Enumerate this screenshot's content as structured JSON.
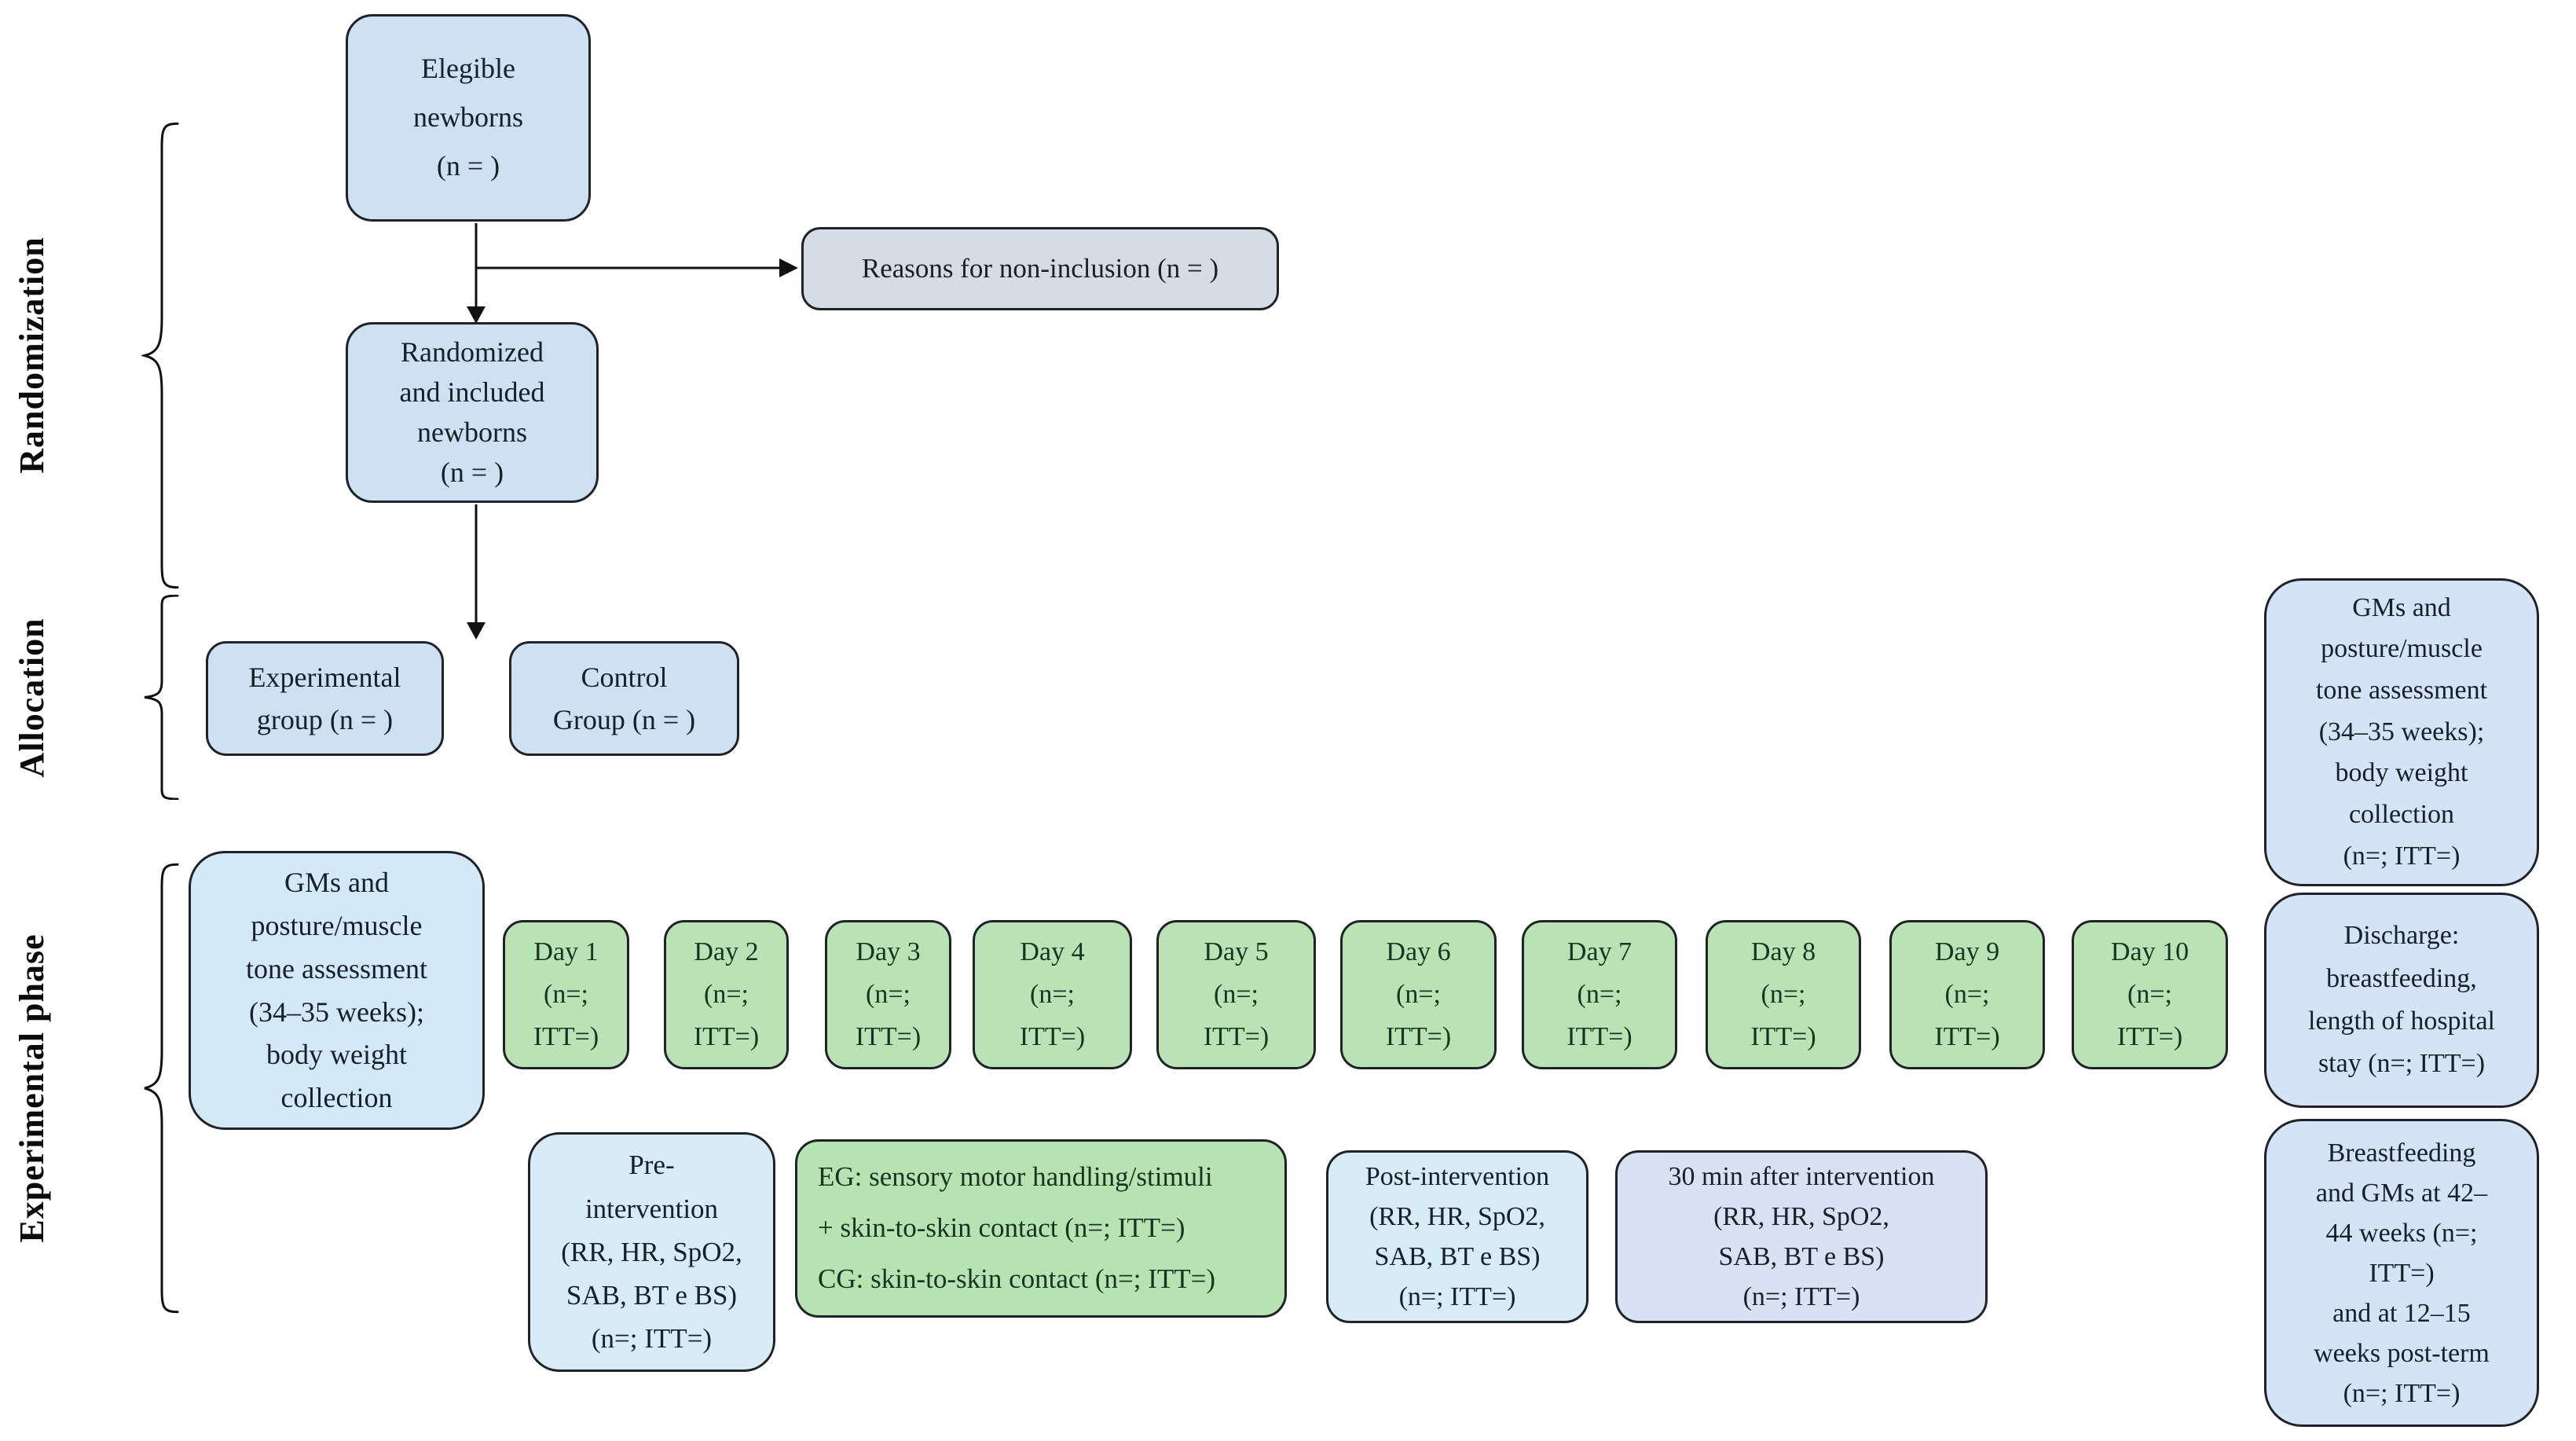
{
  "phases": [
    {
      "label": "Randomization"
    },
    {
      "label": "Allocation"
    },
    {
      "label": "Experimental phase"
    }
  ],
  "flow": {
    "eligible": "Elegible\nnewborns\n(n = )",
    "reasons": "Reasons for non-inclusion (n = )",
    "randomized": "Randomized\nand included\nnewborns\n(n = )",
    "experimental_group": "Experimental\ngroup (n = )",
    "control_group": "Control\nGroup (n = )"
  },
  "experimental_phase": {
    "gms_baseline": "GMs and\nposture/muscle\ntone assessment\n(34–35 weeks);\nbody weight\ncollection",
    "days": [
      {
        "label": "Day 1",
        "counts": "(n=;\nITT=)"
      },
      {
        "label": "Day 2",
        "counts": "(n=;\nITT=)"
      },
      {
        "label": "Day 3",
        "counts": "(n=;\nITT=)"
      },
      {
        "label": "Day 4",
        "counts": "(n=;\nITT=)"
      },
      {
        "label": "Day 5",
        "counts": "(n=;\nITT=)"
      },
      {
        "label": "Day 6",
        "counts": "(n=;\nITT=)"
      },
      {
        "label": "Day 7",
        "counts": "(n=;\nITT=)"
      },
      {
        "label": "Day 8",
        "counts": "(n=;\nITT=)"
      },
      {
        "label": "Day 9",
        "counts": "(n=;\nITT=)"
      },
      {
        "label": "Day 10",
        "counts": "(n=;\nITT=)"
      }
    ],
    "pre_intervention": "Pre-\nintervention\n(RR, HR, SpO2,\nSAB, BT e BS)\n(n=; ITT=)",
    "intervention": "EG: sensory motor handling/stimuli\n+ skin-to-skin contact (n=; ITT=)\nCG: skin-to-skin contact (n=; ITT=)",
    "post_intervention": "Post-intervention\n(RR, HR, SpO2,\nSAB, BT e BS)\n(n=; ITT=)",
    "after_30min": "30 min after intervention\n(RR, HR, SpO2,\nSAB, BT e BS)\n(n=; ITT=)"
  },
  "outcomes": {
    "gms_outcome": "GMs and\nposture/muscle\ntone assessment\n(34–35 weeks);\nbody weight\ncollection\n(n=; ITT=)",
    "discharge": "Discharge:\nbreastfeeding,\nlength of hospital\nstay (n=; ITT=)",
    "followup": "Breastfeeding\nand GMs at 42–\n44 weeks (n=;\nITT=)\nand at 12–15\nweeks post-term\n(n=; ITT=)"
  },
  "colors": {
    "flow_blue": "#cde1f2",
    "reasons_gray_blue": "#d6dce6",
    "baseline_cyan": "#d3e9f8",
    "pre_post_blue": "#d8ecf8",
    "day_green": "#b9e3b4",
    "intervention_green": "#b7e2b1",
    "periwinkle": "#d9e2f3",
    "outcome_blue": "#d4e4f6"
  }
}
